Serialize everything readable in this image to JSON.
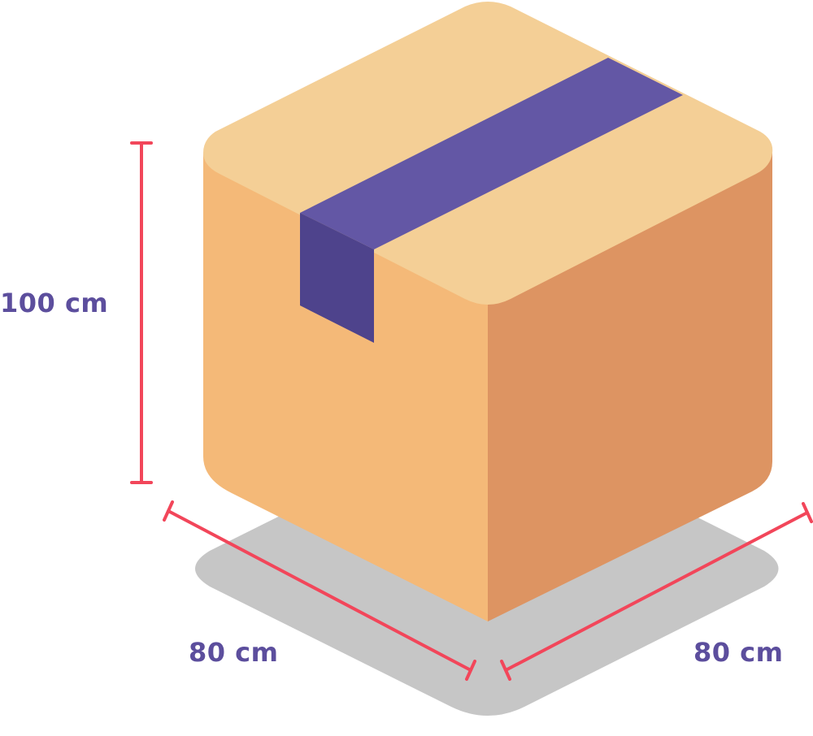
{
  "dimensions": {
    "height": "100 cm",
    "depth": "80 cm",
    "width": "80 cm"
  },
  "colors": {
    "label": "#5c4e9d",
    "measure_line": "#f2465a",
    "box_top": "#f4cf96",
    "box_front": "#f4b978",
    "box_side": "#dd9462",
    "tape_top": "#6357a5",
    "tape_front": "#4e438c",
    "shadow": "#c6c6c6"
  },
  "icons": {
    "box": "cardboard-box-icon",
    "shadow": "floor-shadow-icon"
  }
}
